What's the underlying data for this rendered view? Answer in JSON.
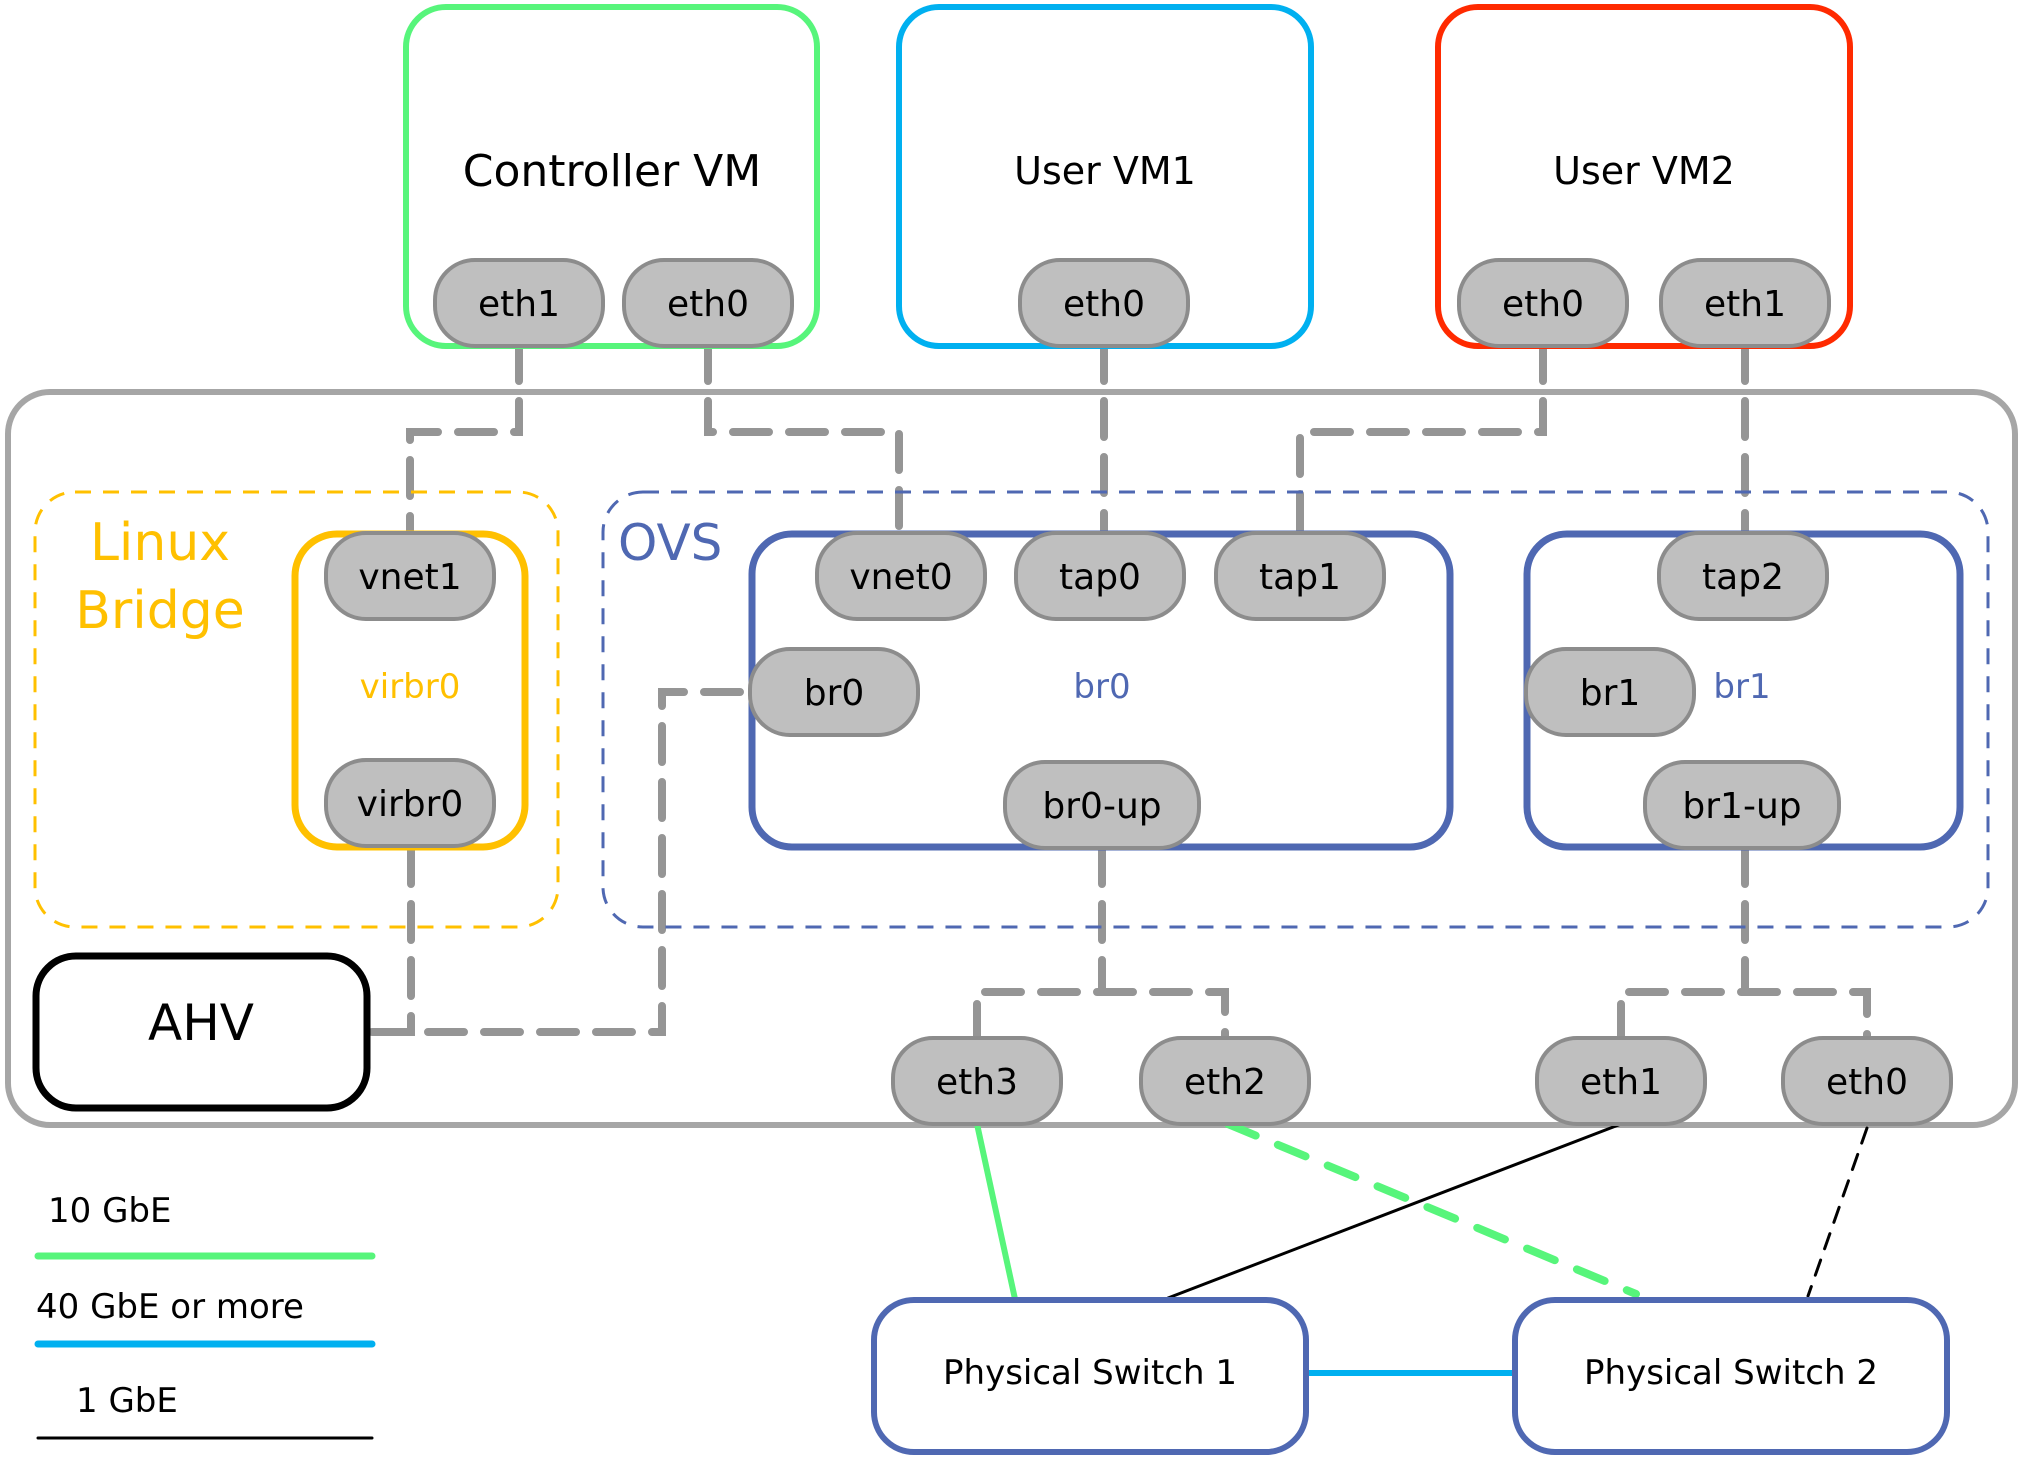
{
  "colors": {
    "controller_vm": "#57f57b",
    "user_vm1": "#00b0f0",
    "user_vm2": "#ff2a00",
    "host_border": "#a6a6a6",
    "linux_bridge": "#ffc000",
    "ovs": "#4f68b2",
    "port_fill": "#bfbfbf",
    "port_border": "#8c8c8c",
    "link_gray": "#959595",
    "link_10gbe": "#57f57b",
    "link_40gbe": "#00b0f0",
    "link_1gbe": "#000000",
    "ahv_border": "#000000"
  },
  "vms": [
    {
      "id": "controller",
      "title": "Controller VM",
      "ports": [
        "eth1",
        "eth0"
      ]
    },
    {
      "id": "uservm1",
      "title": "User VM1",
      "ports": [
        "eth0"
      ]
    },
    {
      "id": "uservm2",
      "title": "User VM2",
      "ports": [
        "eth0",
        "eth1"
      ]
    }
  ],
  "linux_bridge": {
    "title_line1": "Linux",
    "title_line2": "Bridge",
    "bridge_name": "virbr0",
    "ports": {
      "top": "vnet1",
      "bottom": "virbr0"
    }
  },
  "ovs": {
    "title": "OVS",
    "br0": {
      "name": "br0",
      "ports": {
        "vnet0": "vnet0",
        "tap0": "tap0",
        "tap1": "tap1",
        "internal": "br0",
        "uplink": "br0-up"
      }
    },
    "br1": {
      "name": "br1",
      "ports": {
        "tap2": "tap2",
        "internal": "br1",
        "uplink": "br1-up"
      }
    }
  },
  "ahv": {
    "label": "AHV"
  },
  "physical_nics": [
    "eth3",
    "eth2",
    "eth1",
    "eth0"
  ],
  "switches": [
    "Physical Switch 1",
    "Physical Switch 2"
  ],
  "legend": [
    {
      "label": "10 GbE",
      "color": "#57f57b"
    },
    {
      "label": "40 GbE or more",
      "color": "#00b0f0"
    },
    {
      "label": "1 GbE",
      "color": "#000000"
    }
  ]
}
